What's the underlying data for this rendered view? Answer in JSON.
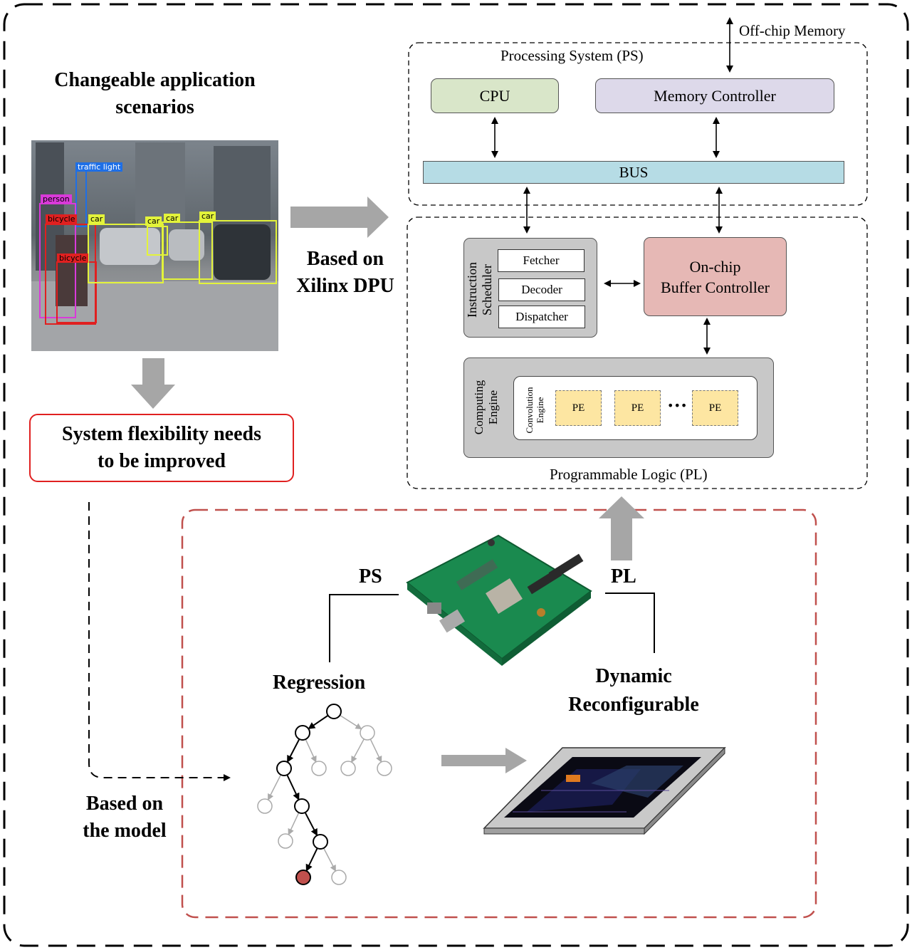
{
  "left": {
    "scenario_title_line1": "Changeable application",
    "scenario_title_line2": "scenarios",
    "detection_labels": [
      "traffic light",
      "person",
      "bicycle",
      "bicycle",
      "car",
      "car",
      "car",
      "car"
    ],
    "flex_line1": "System flexibility needs",
    "flex_line2": "to be improved",
    "model_line1": "Based on",
    "model_line2": "the model"
  },
  "middle": {
    "dpu_line1": "Based on",
    "dpu_line2": "Xilinx DPU"
  },
  "ps": {
    "offchip": "Off-chip Memory",
    "title": "Processing System (PS)",
    "cpu": "CPU",
    "memctrl": "Memory Controller",
    "bus": "BUS"
  },
  "pl": {
    "sched_line1": "Instruction",
    "sched_line2": "Scheduler",
    "fetcher": "Fetcher",
    "decoder": "Decoder",
    "dispatcher": "Dispatcher",
    "buffer_line1": "On-chip",
    "buffer_line2": "Buffer Controller",
    "compute_line1": "Computing",
    "compute_line2": "Engine",
    "conv_line1": "Convolution",
    "conv_line2": "Engine",
    "pe": [
      "PE",
      "PE",
      "PE"
    ],
    "ellipsis": "•••",
    "title": "Programmable Logic  (PL)"
  },
  "bottom": {
    "ps_label": "PS",
    "pl_label": "PL",
    "regression": "Regression",
    "dyn_line1": "Dynamic",
    "dyn_line2": "Reconfigurable"
  },
  "colors": {
    "cpu": "#d9e6c9",
    "memctrl": "#ddd9ea",
    "bus": "#b6dce5",
    "buffer": "#e6b8b5",
    "pe": "#fde6a2",
    "gray_box": "#c8c8c8",
    "red_border": "#e02020",
    "dashed_red": "#c0504d",
    "tree_red": "#c0504d"
  }
}
